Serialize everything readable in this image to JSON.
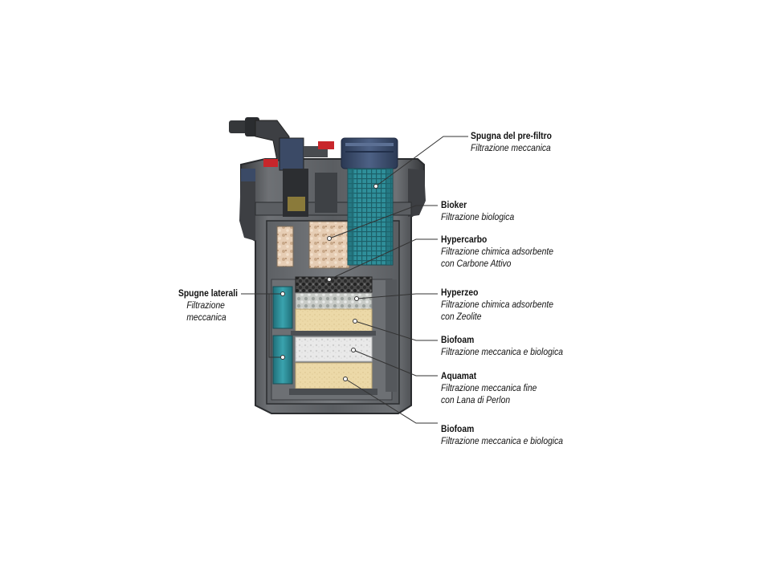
{
  "labels": {
    "prefilter": {
      "title": "Spugna del pre-filtro",
      "line1": "Filtrazione meccanica"
    },
    "bioker": {
      "title": "Bioker",
      "line1": "Filtrazione biologica"
    },
    "hypercarbo": {
      "title": "Hypercarbo",
      "line1": "Filtrazione chimica adsorbente",
      "line2": "con Carbone Attivo"
    },
    "hyperzeo": {
      "title": "Hyperzeo",
      "line1": "Filtrazione chimica adsorbente",
      "line2": "con Zeolite"
    },
    "biofoam_top": {
      "title": "Biofoam",
      "line1": "Filtrazione meccanica e biologica"
    },
    "aquamat": {
      "title": "Aquamat",
      "line1": "Filtrazione meccanica fine",
      "line2": "con Lana di Perlon"
    },
    "biofoam_bottom": {
      "title": "Biofoam",
      "line1": "Filtrazione meccanica e biologica"
    },
    "side_sponges": {
      "title": "Spugne laterali",
      "line1": "Filtrazione",
      "line2": "meccanica"
    }
  },
  "colors": {
    "housing": "#4f5256",
    "housing_dark": "#2f3134",
    "housing_light": "#7a7d81",
    "sponge_blue": "#2f8f9a",
    "foam_beige": "#ecd9a8",
    "bioker": "#e2c7ad",
    "carbon": "#3a3a3a",
    "zeolite": "#cfd2cf",
    "perlon": "#e8e8e8",
    "accent_red": "#c8262b",
    "cap_blue": "#3d4f6e"
  }
}
